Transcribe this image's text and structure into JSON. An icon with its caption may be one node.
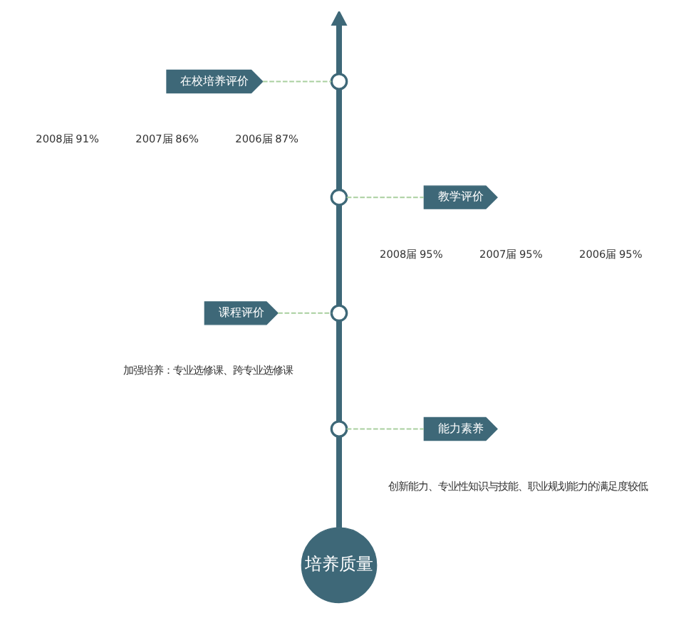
{
  "diagram": {
    "nodes": [
      {
        "text": [
          "在校培养评价"
        ],
        "beside": [
          "2008届 91%",
          "2007届 86%",
          "2006届 87%"
        ]
      },
      {
        "text": [],
        "shape": "circle"
      },
      {
        "text": [],
        "shape": "circle"
      },
      {
        "text": [
          "教学评价"
        ],
        "beside": [
          "2008届 95%",
          "2007届 95%",
          "2006届 95%"
        ]
      },
      {
        "text": [
          "课程评价"
        ],
        "beside": [
          "加强培养：专业选修课、跨专业选修课"
        ]
      },
      {
        "text": [],
        "shape": "circle"
      },
      {
        "text": [],
        "shape": "circle"
      },
      {
        "text": [
          "能力素养"
        ],
        "beside": [
          "创新能力、专业性知识与技能、职业规划能力的满足度较低"
        ]
      },
      {
        "text": [
          "培养质量"
        ]
      }
    ],
    "edges": [
      {
        "from": 8,
        "to": 6,
        "arrow": "none"
      },
      {
        "from": 6,
        "to": 5,
        "arrow": "none"
      },
      {
        "from": 5,
        "to": 2,
        "arrow": "none"
      },
      {
        "from": 2,
        "to": 1,
        "arrow": "none"
      },
      {
        "from": 1,
        "to": null,
        "arrow": "to"
      },
      {
        "from": 1,
        "to": 0,
        "arrow": "none",
        "style": "dashed",
        "color": "#a9cf9f"
      },
      {
        "from": 2,
        "to": 3,
        "arrow": "none",
        "style": "dashed",
        "color": "#a9cf9f"
      },
      {
        "from": 5,
        "to": 4,
        "arrow": "none",
        "style": "dashed",
        "color": "#a9cf9f"
      },
      {
        "from": 6,
        "to": 7,
        "arrow": "none",
        "style": "dashed",
        "color": "#a9cf9f"
      }
    ]
  }
}
